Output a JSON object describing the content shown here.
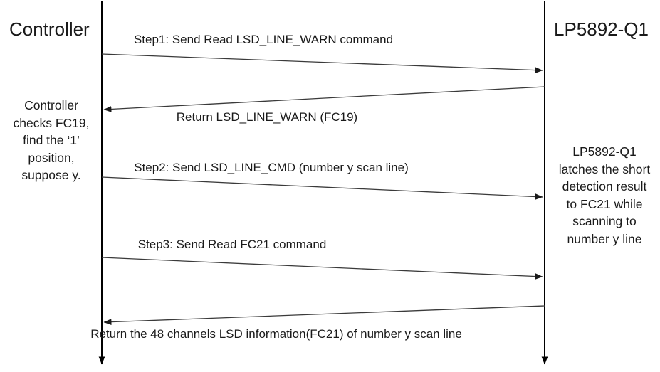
{
  "diagram": {
    "type": "sequence-diagram",
    "actors": [
      {
        "name": "Controller"
      },
      {
        "name": "LP5892-Q1"
      }
    ],
    "messages": [
      {
        "label": "Step1: Send Read LSD_LINE_WARN command",
        "from": "Controller",
        "to": "LP5892-Q1"
      },
      {
        "label": "Return LSD_LINE_WARN (FC19)",
        "from": "LP5892-Q1",
        "to": "Controller"
      },
      {
        "label": "Step2: Send LSD_LINE_CMD (number y scan line)",
        "from": "Controller",
        "to": "LP5892-Q1"
      },
      {
        "label": "Step3: Send Read FC21 command",
        "from": "Controller",
        "to": "LP5892-Q1"
      },
      {
        "label": "Return the 48 channels LSD information(FC21) of number y scan line",
        "from": "LP5892-Q1",
        "to": "Controller"
      }
    ],
    "notes": [
      {
        "side": "left",
        "text": "Controller\nchecks FC19,\nfind the ‘1’\nposition,\nsuppose y."
      },
      {
        "side": "right",
        "text": "LP5892-Q1\nlatches the short\ndetection result\nto FC21 while\nscanning to\nnumber y line"
      }
    ],
    "colors": {
      "lifeline": "#000000",
      "message_line": "#3a3a3a",
      "text": "#1a1a1a",
      "background": "#ffffff"
    }
  }
}
